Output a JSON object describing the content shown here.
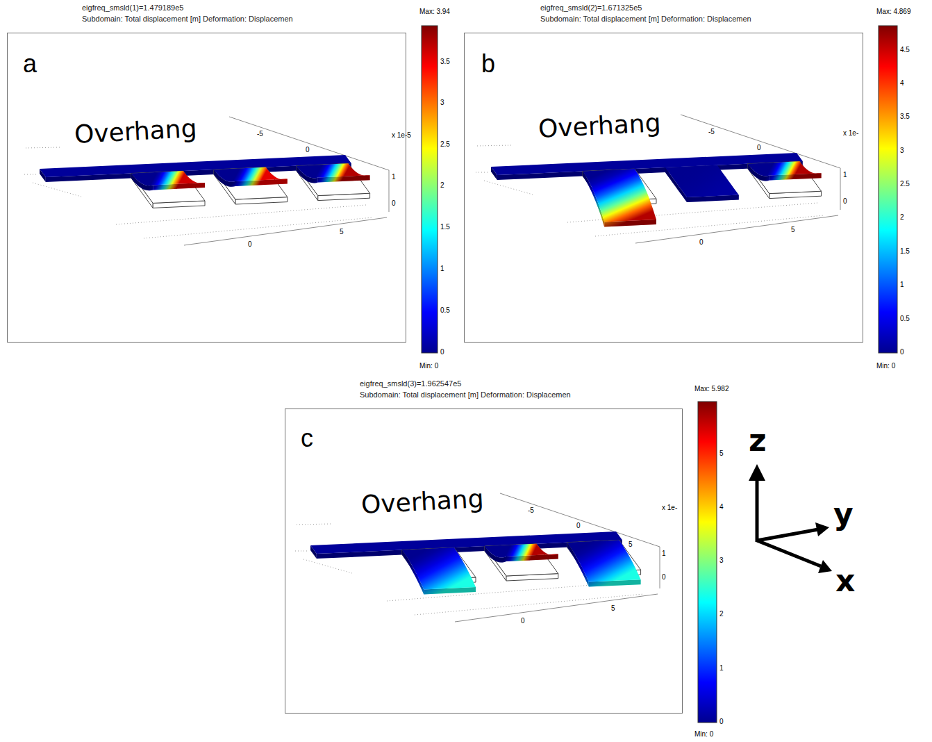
{
  "diagram": {
    "nodes": [
      {
        "text": [
          "a",
          "Overhang"
        ]
      },
      {
        "text": [
          "b",
          "Overhang"
        ]
      },
      {
        "text": [
          "c",
          "Overhang"
        ]
      }
    ],
    "labels": [
      "eigfreq_smsld(1)=1.479189e5",
      "Subdomain: Total displacement [m] Deformation: Displacemen",
      "Max: 3.94",
      "3.5",
      "3",
      "2.5",
      "2",
      "1.5",
      "1",
      "0.5",
      "0",
      "Min: 0",
      "-5",
      "0",
      "x 1e-5",
      "1",
      "0",
      "0",
      "5",
      "eigfreq_smsld(2)=1.671325e5",
      "Subdomain: Total displacement [m] Deformation: Displacemen",
      "Max: 4.869",
      "4.5",
      "4",
      "3.5",
      "3",
      "2.5",
      "2",
      "1.5",
      "1",
      "0.5",
      "0",
      "Min: 0",
      "-5",
      "0",
      "x 1e-",
      "1",
      "0",
      "0",
      "5",
      "eigfreq_smsld(3)=1.962547e5",
      "Subdomain: Total displacement [m] Deformation: Displacemen",
      "Max: 5.982",
      "5",
      "4",
      "3",
      "2",
      "1",
      "0",
      "Min: 0",
      "-5",
      "0",
      "5",
      "x 1e-",
      "1",
      "0",
      "0",
      "5",
      "z",
      "y",
      "x"
    ]
  }
}
